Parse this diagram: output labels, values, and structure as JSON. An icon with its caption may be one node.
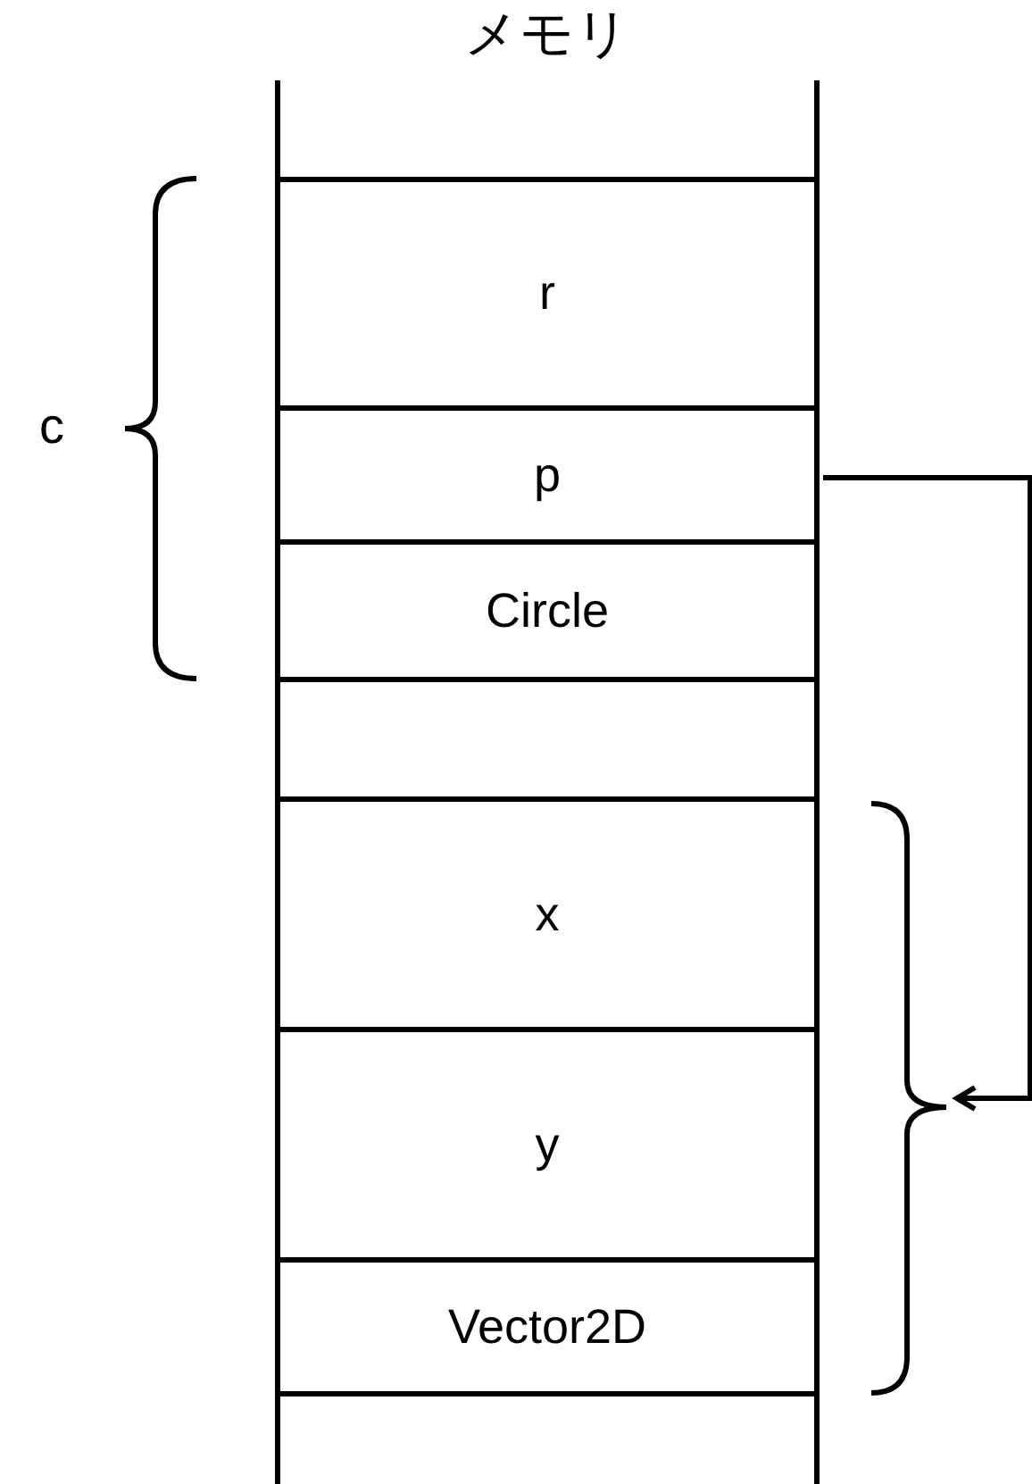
{
  "diagram": {
    "nodes": [
      {
        "text": [
          "メモリ"
        ]
      },
      {
        "text": [
          "r"
        ],
        "in": 0
      },
      {
        "text": [
          "p"
        ],
        "in": 0
      },
      {
        "text": [
          "Circle"
        ],
        "in": 0
      },
      {
        "text": [],
        "shape": "box",
        "in": 0
      },
      {
        "text": [
          "x"
        ],
        "in": 0
      },
      {
        "text": [
          "y"
        ],
        "in": 0
      },
      {
        "text": [
          "Vector2D"
        ],
        "in": 0
      },
      {
        "text": [],
        "shape": "bracket"
      }
    ],
    "edges": [
      {
        "from": 2,
        "to": 8,
        "arrow": "to"
      }
    ],
    "labels": [
      "c"
    ]
  }
}
